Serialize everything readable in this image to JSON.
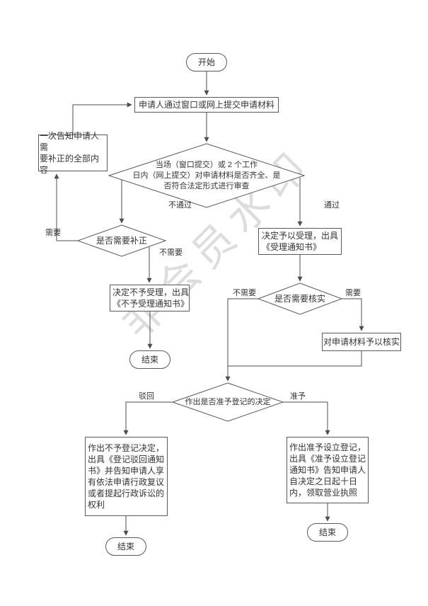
{
  "watermark": "非会员水印",
  "nodes": {
    "start": {
      "label": "开始"
    },
    "submit": {
      "label": "申请人通过窗口或网上提交申请材料"
    },
    "review": {
      "label": "当场（窗口提交）或 2 个工作\n日内（网上提交）对申请材料是否齐全、是\n否符合法定形式进行审查"
    },
    "notify": {
      "label": "一次告知申请人需\n要补正的全部内容"
    },
    "need_fix": {
      "label": "是否需要补正"
    },
    "reject_accept": {
      "label": "决定不予受理，出具\n《不予受理通知书》"
    },
    "end1": {
      "label": "结束"
    },
    "accept": {
      "label": "决定予以受理，出具\n《受理通知书》"
    },
    "verify_q": {
      "label": "是否需要核实"
    },
    "verify": {
      "label": "对申请材料予以核实"
    },
    "decision": {
      "label": "作出是否准予登记的决定"
    },
    "deny": {
      "label": "作出不予登记决定，\n出具《登记驳回通知\n书》并告知申请人享\n有依法申请行政复议\n或者提起行政诉讼的\n权利"
    },
    "end2": {
      "label": "结束"
    },
    "grant": {
      "label": "作出准予设立登记，\n出具《准予设立登记\n通知书》告知申请人\n自决定之日起十日\n内，领取营业执照"
    },
    "end3": {
      "label": "结束"
    }
  },
  "edge_labels": {
    "fail": "不通过",
    "pass": "通过",
    "need": "需要",
    "no_need": "不需要",
    "verify_no": "不需要",
    "verify_yes": "需要",
    "rejected": "驳回",
    "granted": "准予"
  }
}
